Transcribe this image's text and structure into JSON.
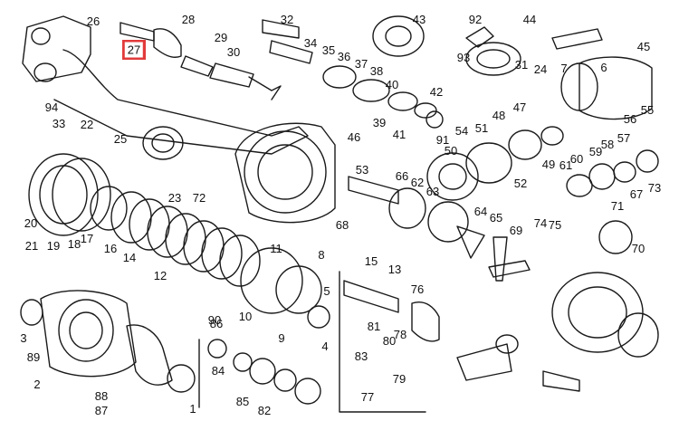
{
  "highlight_color": "#e23b3b",
  "line_color": "#1a1a1a",
  "highlighted_label": "27",
  "labels": [
    "26",
    "27",
    "28",
    "29",
    "30",
    "32",
    "43",
    "92",
    "44",
    "93",
    "31",
    "24",
    "7",
    "6",
    "45",
    "94",
    "33",
    "22",
    "25",
    "34",
    "35",
    "36",
    "37",
    "38",
    "40",
    "42",
    "41",
    "39",
    "46",
    "91",
    "54",
    "51",
    "48",
    "47",
    "56",
    "55",
    "50",
    "49",
    "57",
    "61",
    "60",
    "59",
    "58",
    "52",
    "20",
    "21",
    "19",
    "18",
    "17",
    "16",
    "14",
    "23",
    "72",
    "53",
    "66",
    "62",
    "63",
    "73",
    "67",
    "68",
    "64",
    "65",
    "71",
    "70",
    "69",
    "74",
    "75",
    "15",
    "13",
    "12",
    "11",
    "10",
    "90",
    "9",
    "8",
    "5",
    "4",
    "3",
    "89",
    "2",
    "1",
    "88",
    "87",
    "86",
    "84",
    "85",
    "82",
    "81",
    "83",
    "80",
    "78",
    "79",
    "77",
    "76"
  ]
}
